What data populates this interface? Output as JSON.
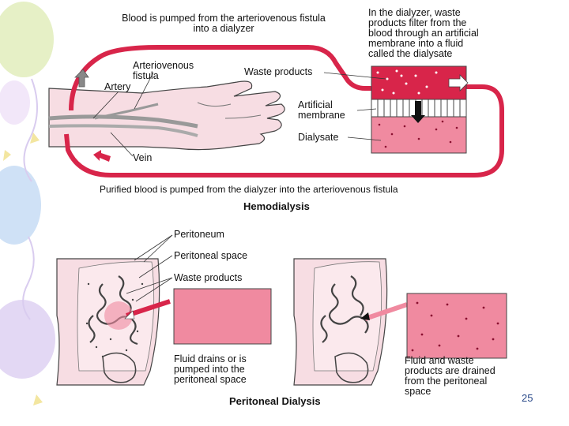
{
  "hemodialysis": {
    "caption_top": [
      "Blood is pumped from the arteriovenous fistula",
      "into a dialyzer"
    ],
    "caption_right": [
      "In the dialyzer, waste",
      "products filter from the",
      "blood through an artificial",
      "membrane into a fluid",
      "called the dialysate"
    ],
    "label_av_fistula": [
      "Arteriovenous",
      "fistula"
    ],
    "label_artery": "Artery",
    "label_vein": "Vein",
    "label_waste": "Waste products",
    "label_membrane": [
      "Artificial",
      "membrane"
    ],
    "label_dialysate": "Dialysate",
    "caption_bottom": "Purified blood is pumped from the dialyzer into the arteriovenous fistula",
    "title": "Hemodialysis"
  },
  "peritoneal": {
    "label_peritoneum": "Peritoneum",
    "label_space": "Peritoneal space",
    "label_waste": "Waste products",
    "caption_left": [
      "Fluid drains or is",
      "pumped into the",
      "peritoneal space"
    ],
    "caption_right": [
      "Fluid and waste",
      "products are drained",
      "from the peritoneal",
      "space"
    ],
    "title": "Peritoneal Dialysis"
  },
  "slide": {
    "page_number": "25"
  },
  "colors": {
    "red": "#d8254a",
    "pink": "#f08aa0",
    "skin": "#f7dde3",
    "decor": "#d9ccef"
  }
}
